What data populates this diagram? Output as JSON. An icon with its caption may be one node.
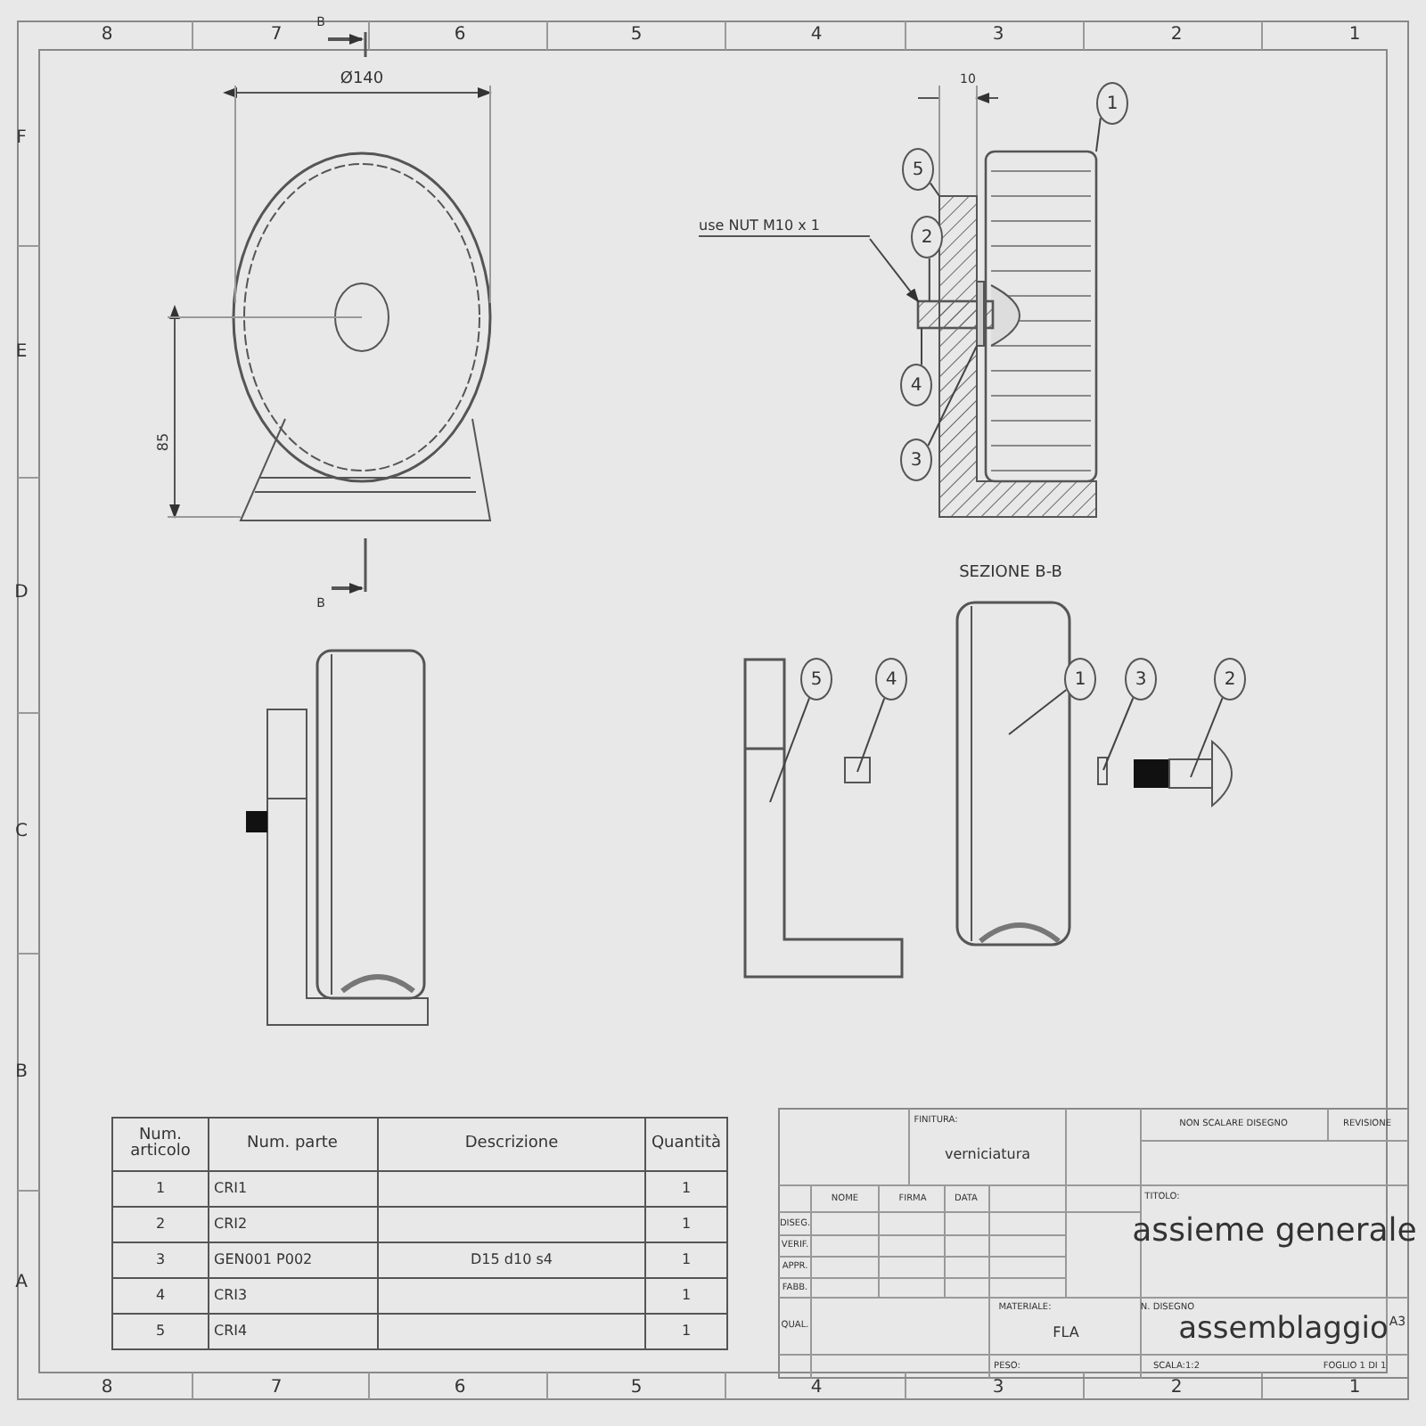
{
  "diagram": {
    "nodes": [
      {
        "text": [
          "1"
        ]
      },
      {
        "text": [
          "5"
        ]
      },
      {
        "text": [
          "use NUT M10 x 1"
        ]
      },
      {
        "text": [
          "2"
        ]
      },
      {
        "text": [
          "4"
        ]
      },
      {
        "text": [
          "3"
        ]
      },
      {
        "text": [
          "5"
        ]
      },
      {
        "text": [
          "4"
        ]
      },
      {
        "text": [
          "1"
        ]
      },
      {
        "text": [
          "3"
        ]
      },
      {
        "text": [
          "2"
        ]
      },
      {
        "text": [],
        "shape": "box"
      },
      {
        "text": [],
        "shape": "box"
      },
      {
        "text": [],
        "shape": "bar"
      },
      {
        "text": [],
        "shape": "box"
      }
    ],
    "edges": [
      {
        "from": 0,
        "to": 14,
        "arrow": "none"
      },
      {
        "from": 1,
        "to": 12,
        "arrow": "none"
      },
      {
        "from": 2,
        "to": 11,
        "arrow": "to"
      },
      {
        "from": 3,
        "to": 11,
        "arrow": "none"
      },
      {
        "from": 4,
        "to": 11,
        "arrow": "none"
      },
      {
        "from": 5,
        "to": 13,
        "arrow": "none"
      },
      {
        "from": 6,
        "to": null,
        "arrow": "none"
      },
      {
        "from": 7,
        "to": null,
        "arrow": "none"
      },
      {
        "from": 8,
        "to": null,
        "arrow": "none"
      },
      {
        "from": 9,
        "to": null,
        "arrow": "none"
      },
      {
        "from": 10,
        "to": null,
        "arrow": "none"
      }
    ],
    "labels": [
      "8",
      "7",
      "6",
      "5",
      "4",
      "3",
      "2",
      "1",
      "B",
      "Ø140",
      "10",
      "F",
      "E",
      "85",
      "D",
      "B",
      "SEZIONE B-B",
      "C",
      "B",
      "Num. articolo",
      "Num. parte",
      "Descrizione",
      "Quantità",
      "1",
      "CRI1",
      "1",
      "2",
      "CRI2",
      "1",
      "3",
      "GEN001 P002",
      "D15 d10 s4",
      "1",
      "4",
      "CRI3",
      "1",
      "5",
      "CRI4",
      "1",
      "FINITURA:",
      "verniciatura",
      "NON SCALARE DISEGNO",
      "REVISIONE",
      "NOME",
      "FIRMA",
      "DATA",
      "TITOLO:",
      "assieme generale",
      "DISEG.",
      "VERIF.",
      "APPR.",
      "FABB.",
      "QUAL.",
      "MATERIALE:",
      "N. DISEGNO",
      "assemblaggio",
      "A3",
      "A",
      "FLA",
      "PESO:",
      "SCALA:1:2",
      "FOGLIO 1 DI 1",
      "8",
      "7",
      "6",
      "5",
      "4",
      "3",
      "2",
      "1"
    ]
  }
}
